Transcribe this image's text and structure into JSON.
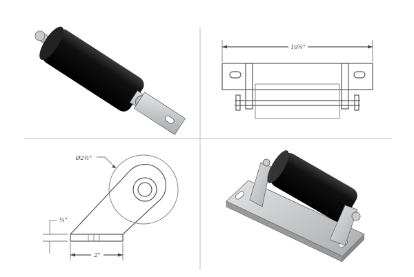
{
  "views": {
    "isometric_roller": {
      "title": ""
    },
    "front_view": {
      "length_dimension": "10¾\""
    },
    "side_view": {
      "diameter_dimension": "Ø2½\"",
      "thickness_dimension": "¼\"",
      "width_dimension": "2\""
    },
    "isometric_assembly": {
      "title": ""
    }
  },
  "colors": {
    "roller": "#111111",
    "metal": "#c9cccd",
    "line": "#555555"
  }
}
